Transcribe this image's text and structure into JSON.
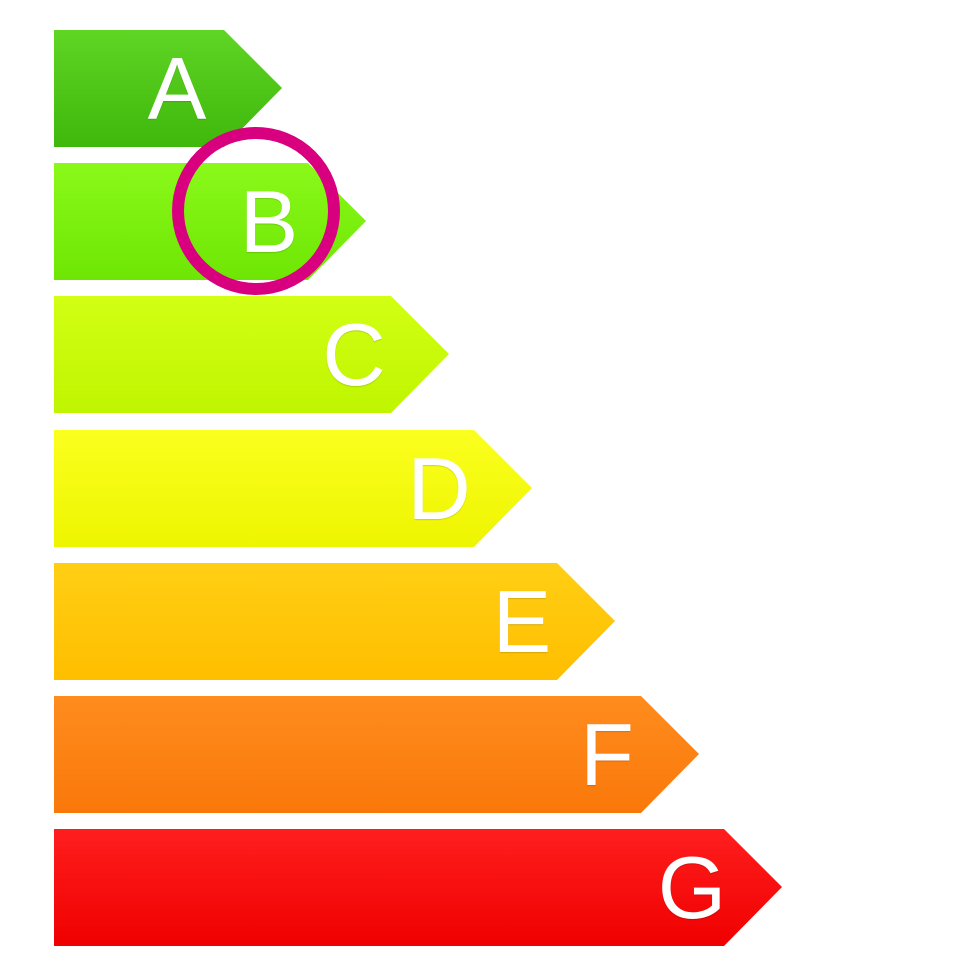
{
  "rating_scale": {
    "bars": [
      {
        "letter": "A",
        "color": "#4cc814"
      },
      {
        "letter": "B",
        "color": "#7df20a"
      },
      {
        "letter": "C",
        "color": "#c8ff00"
      },
      {
        "letter": "D",
        "color": "#f6ff00"
      },
      {
        "letter": "E",
        "color": "#ffc800"
      },
      {
        "letter": "F",
        "color": "#ff8214"
      },
      {
        "letter": "G",
        "color": "#ff0a0a"
      }
    ],
    "highlighted": "B",
    "highlight_color": "#d8007f"
  }
}
